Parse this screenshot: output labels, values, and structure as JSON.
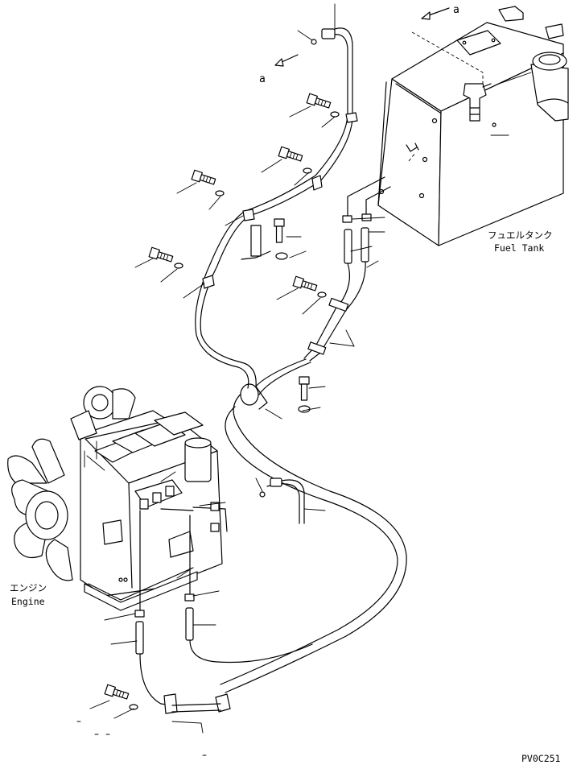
{
  "labels": {
    "ref_a_top": "a",
    "ref_a_left": "a",
    "fuel_tank_jp": "フュエルタンク",
    "fuel_tank_en": "Fuel Tank",
    "engine_jp": "エンジン",
    "engine_en": "Engine",
    "drawing_code": "PV0C251"
  }
}
